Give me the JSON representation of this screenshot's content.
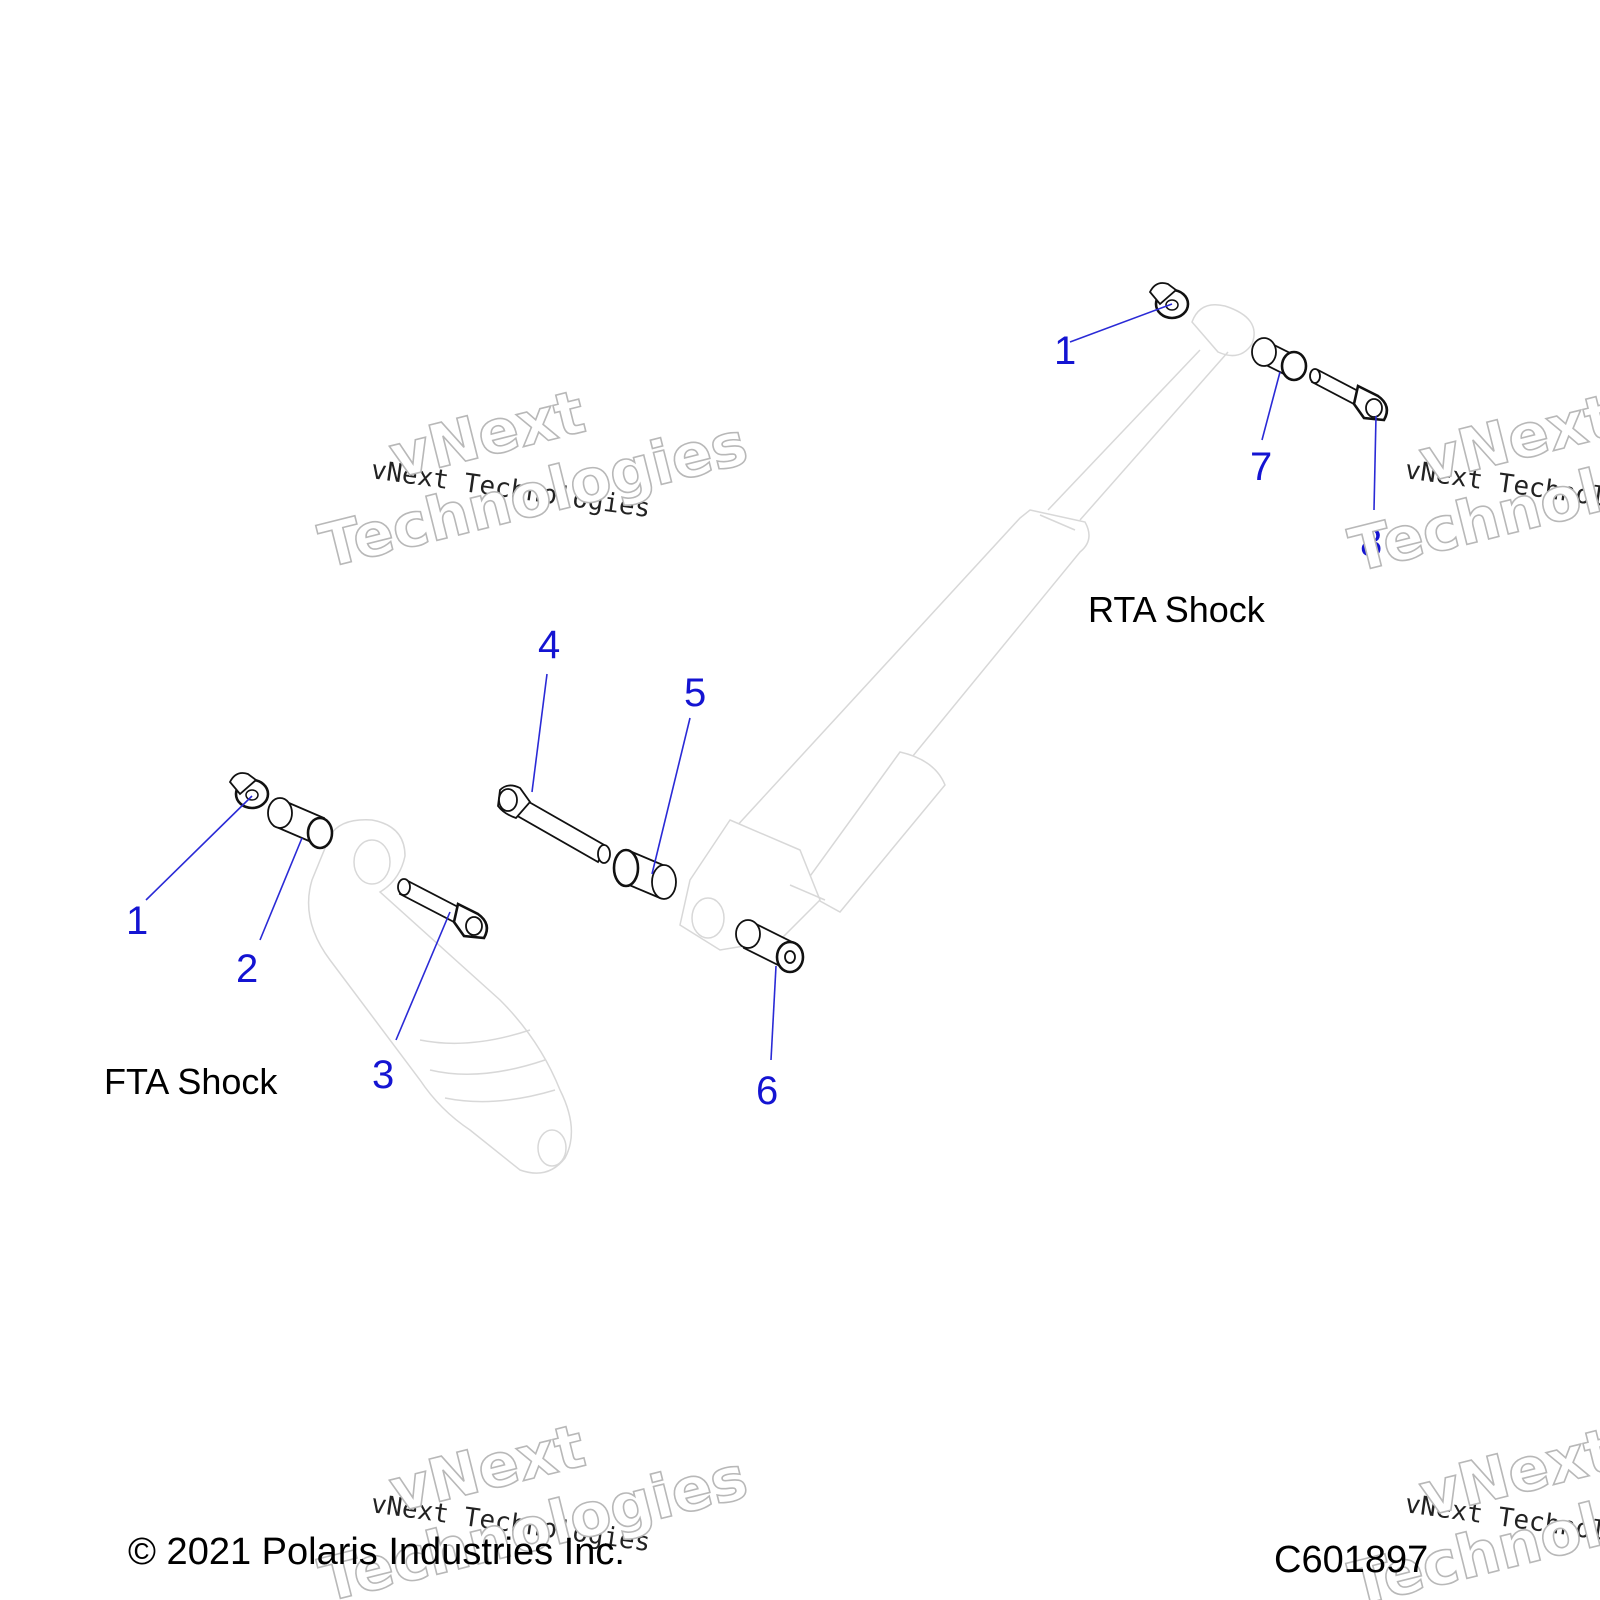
{
  "callouts": {
    "c1_top": "1",
    "c1_left": "1",
    "c2": "2",
    "c3": "3",
    "c4": "4",
    "c5": "5",
    "c6": "6",
    "c7": "7",
    "c8": "8"
  },
  "labels": {
    "rta": "RTA Shock",
    "fta": "FTA Shock"
  },
  "footer": {
    "copyright": "© 2021 Polaris Industries Inc.",
    "diagram_code": "C601897"
  },
  "watermark": {
    "line_small": "vNext Technologies",
    "line_big_1": "vNext",
    "line_big_2": "Technologies"
  },
  "colors": {
    "callout": "#1414d2",
    "ghost_outline": "#d8d8d8"
  }
}
